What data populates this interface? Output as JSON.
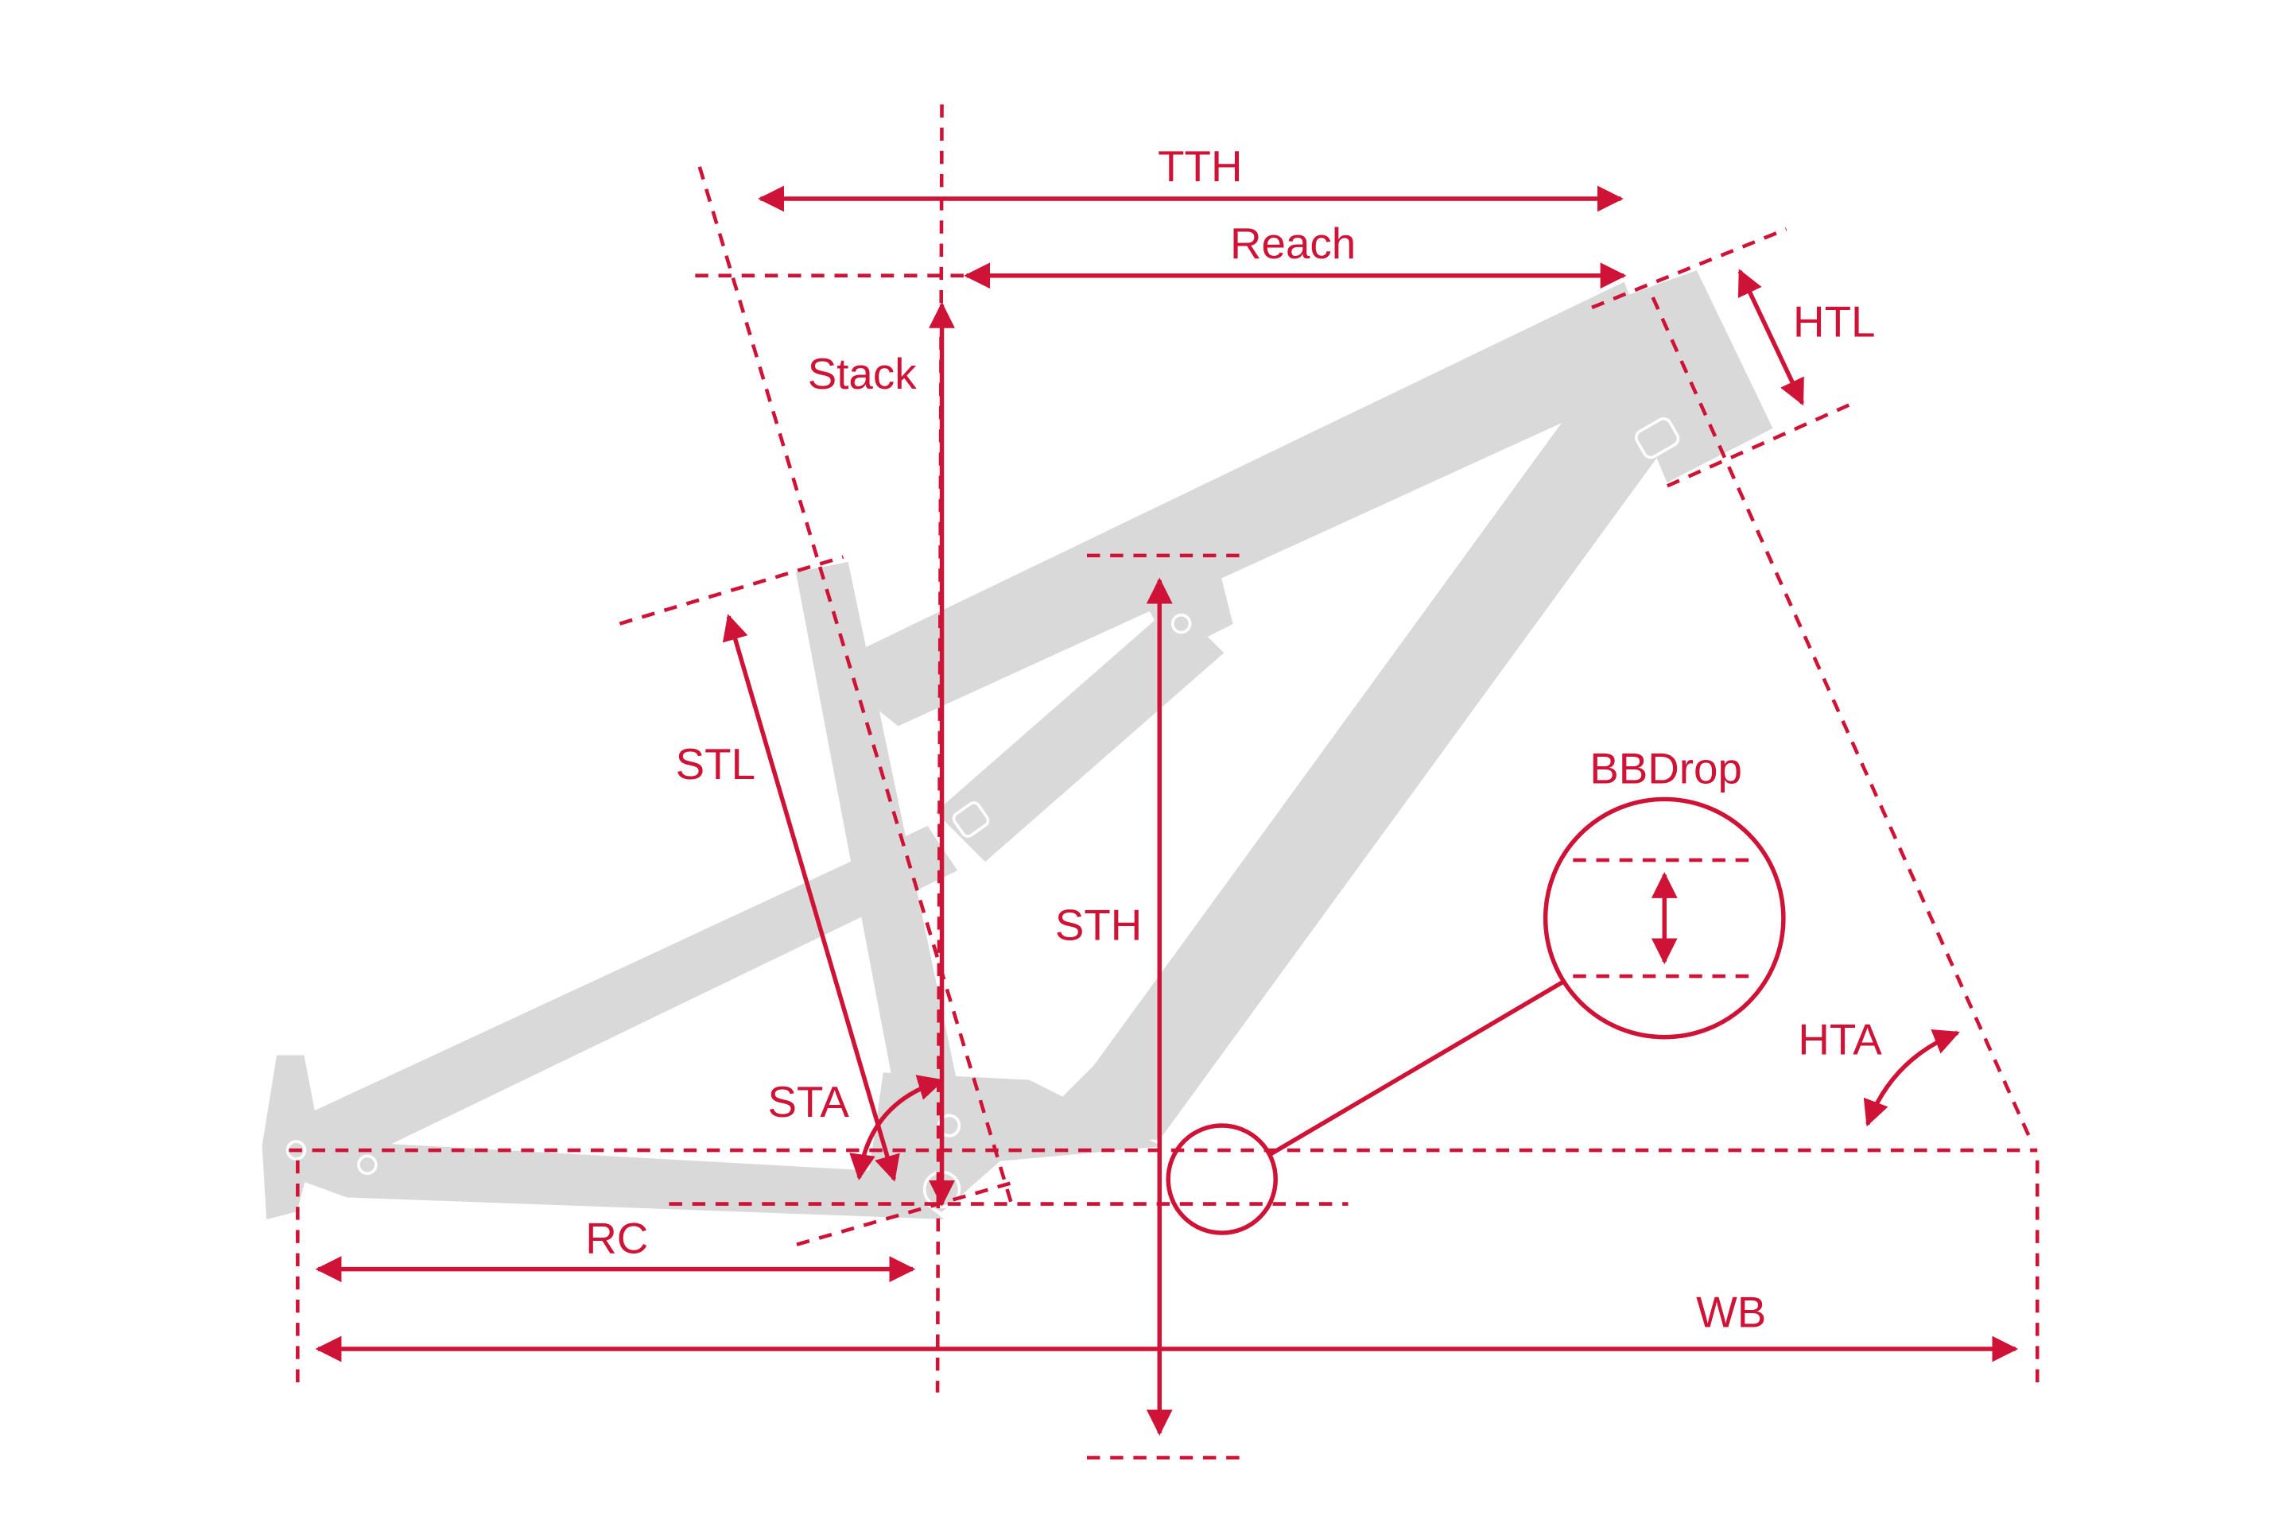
{
  "colors": {
    "accent": "#cf1336",
    "frame": "#d9d9d9",
    "frame_detail": "#ffffff",
    "background": "#ffffff"
  },
  "labels": {
    "tth": "TTH",
    "reach": "Reach",
    "stack": "Stack",
    "htl": "HTL",
    "stl": "STL",
    "sth": "STH",
    "bbdrop": "BBDrop",
    "hta": "HTA",
    "sta": "STA",
    "rc": "RC",
    "wb": "WB"
  }
}
